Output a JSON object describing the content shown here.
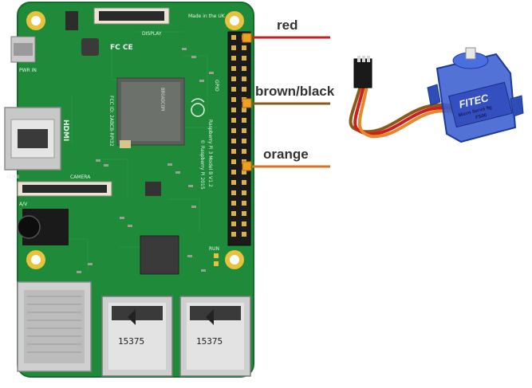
{
  "wires": [
    {
      "label": "red",
      "color": "#cc1f1f"
    },
    {
      "label": "brown/black",
      "color": "#8b5a1b"
    },
    {
      "label": "orange",
      "color": "#d9741c"
    }
  ],
  "board": {
    "hdmi": "HDMI",
    "camera": "CAMERA",
    "display": "DISPLAY",
    "made_in": "Made in the UK",
    "model": "Raspberry Pi 3 Model B V1.2",
    "copyright": "© Raspberry Pi 2015",
    "pwr_in": "PWR IN",
    "run": "RUN",
    "gpio": "GPIO",
    "av": "A/V",
    "usb_id_left": "15375",
    "usb_id_right": "15375",
    "soc_brand": "BROADCOM",
    "fcc": "FCC ID: 2ABCB-RPI32"
  },
  "servo": {
    "brand": "FITEC",
    "model": "Micro Servo 9g",
    "part": "FS90"
  },
  "colors": {
    "pcb": "#1f8a3a",
    "pcb_dark": "#17702e",
    "gold": "#e8c23a",
    "servo_blue": "#3a5fd0",
    "label_color": "#333333"
  }
}
